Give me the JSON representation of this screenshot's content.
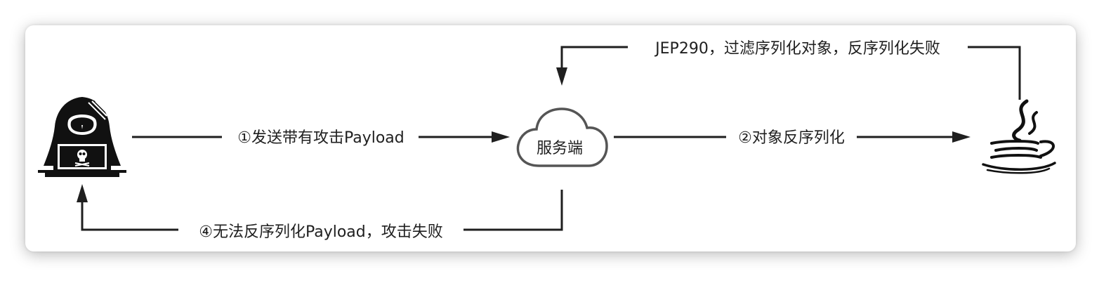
{
  "nodes": {
    "attacker": {
      "icon": "hacker-laptop-icon"
    },
    "server": {
      "label": "服务端",
      "icon": "cloud-icon"
    },
    "java": {
      "icon": "java-cup-icon"
    }
  },
  "edges": {
    "send_payload": {
      "label": "①发送带有攻击Payload"
    },
    "deserialize": {
      "label": "②对象反序列化"
    },
    "jep290": {
      "label": "JEP290，过滤序列化对象，反序列化失败"
    },
    "fail": {
      "label": "④无法反序列化Payload，攻击失败"
    }
  },
  "colors": {
    "stroke": "#1f1f1f",
    "background": "#ffffff",
    "shadow": "#00000047"
  }
}
